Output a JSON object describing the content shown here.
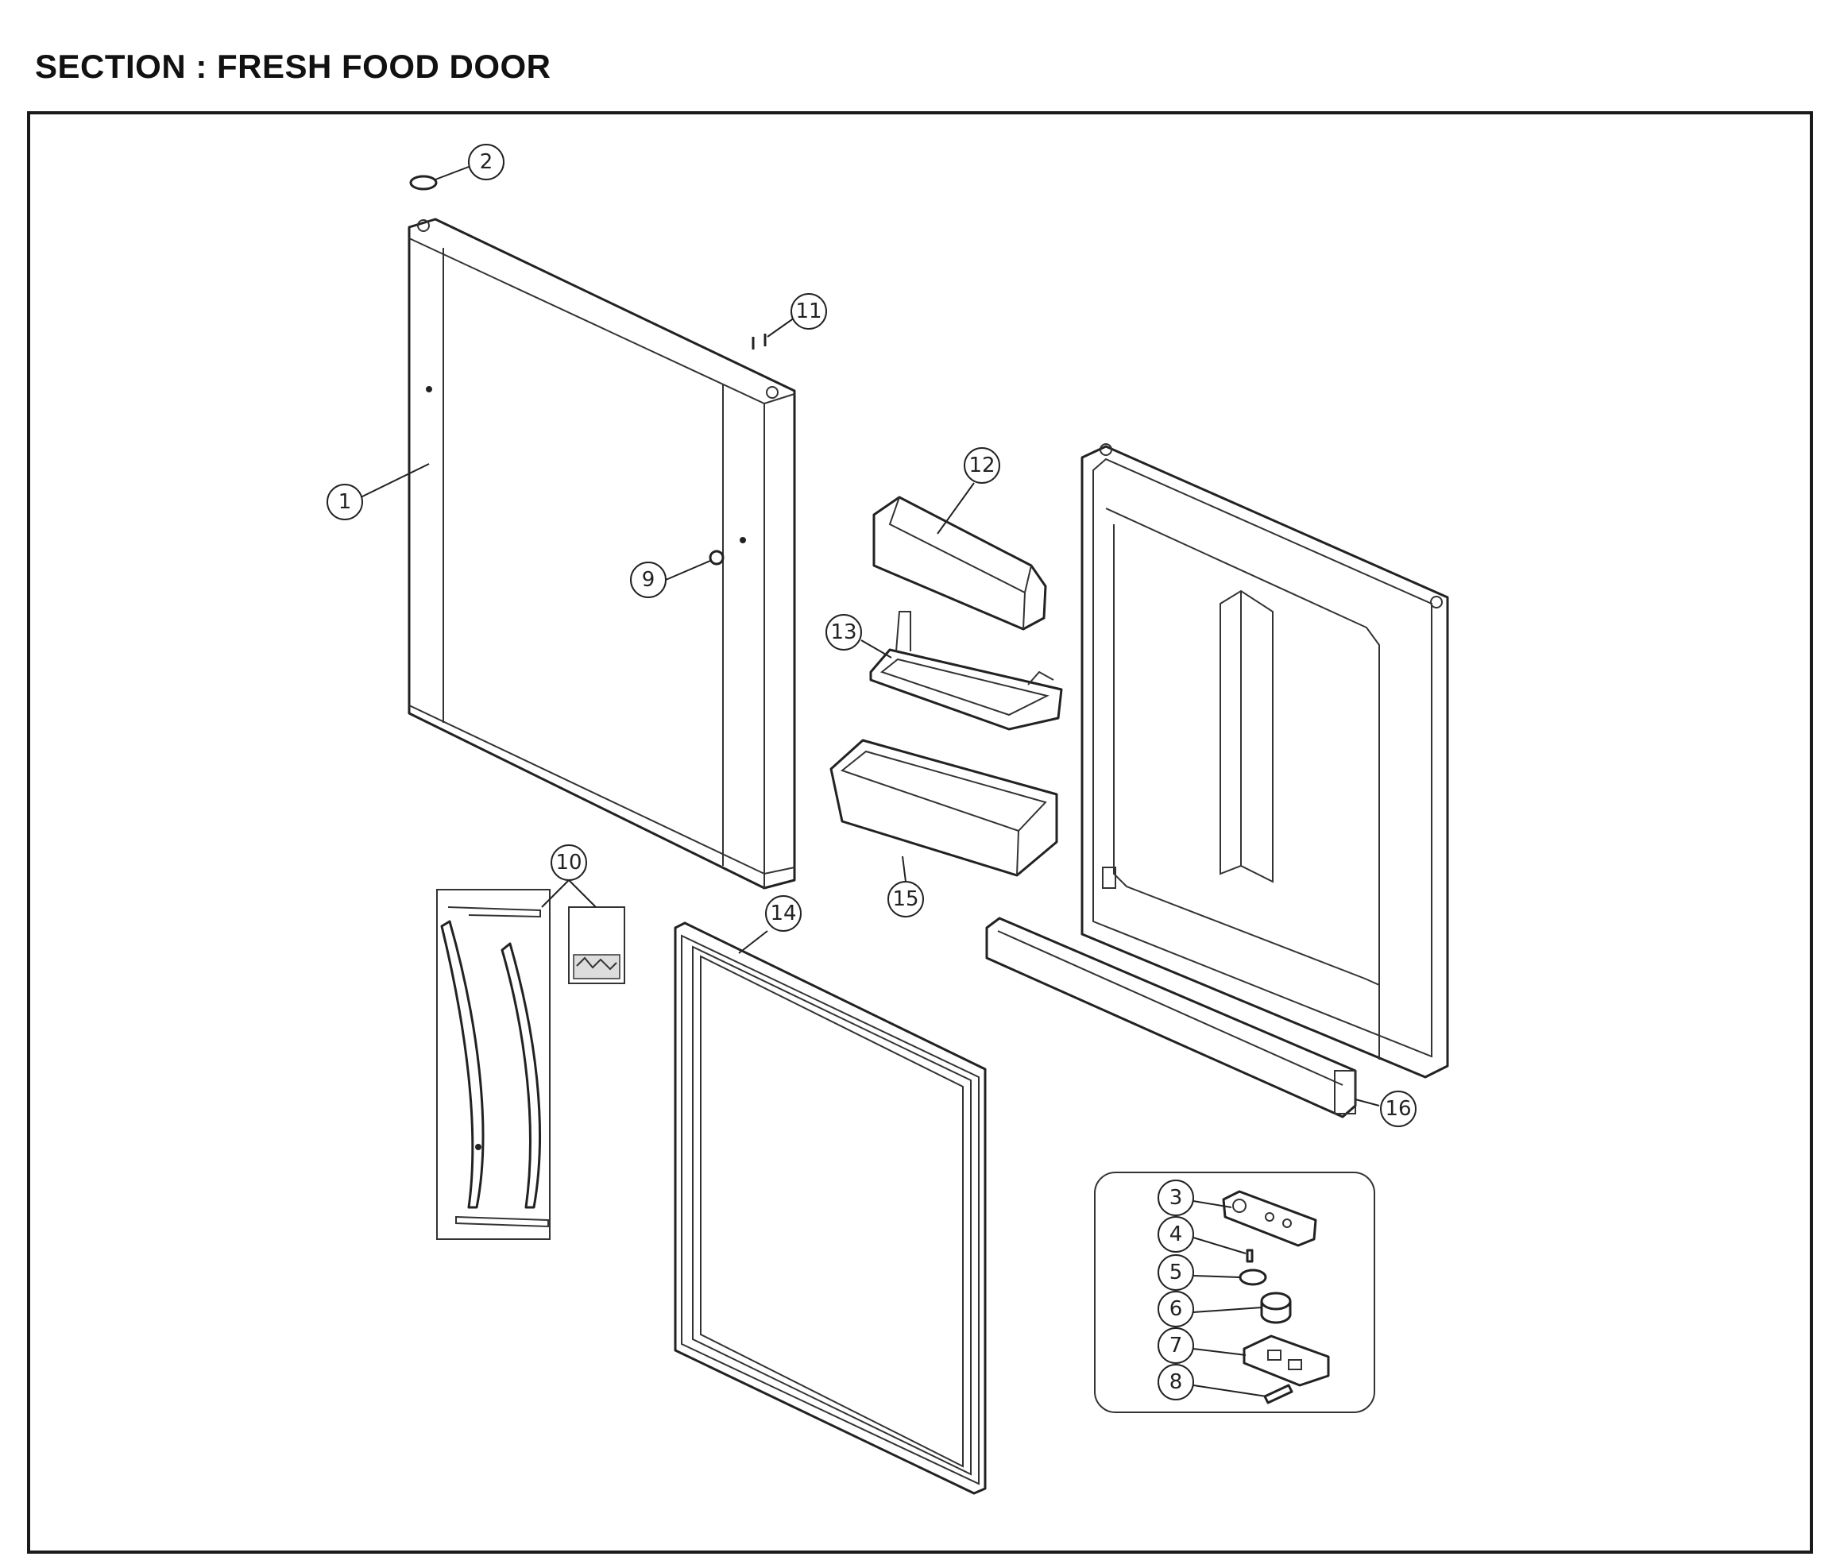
{
  "title": "SECTION : FRESH FOOD DOOR",
  "callouts": [
    "1",
    "2",
    "3",
    "4",
    "5",
    "6",
    "7",
    "8",
    "9",
    "10",
    "11",
    "12",
    "13",
    "14",
    "15",
    "16"
  ]
}
